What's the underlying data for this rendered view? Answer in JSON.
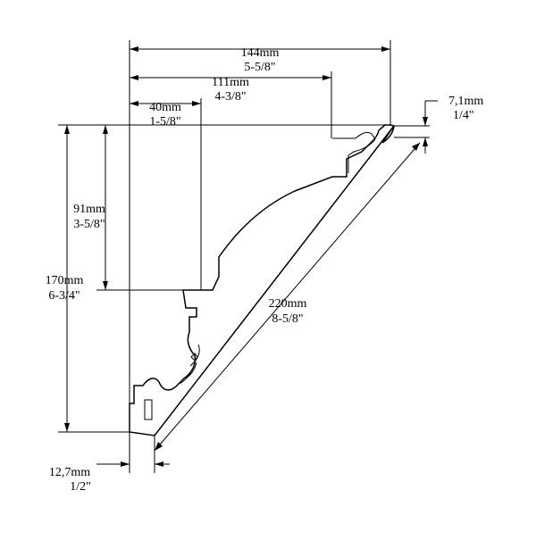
{
  "dimensions": {
    "width_total": {
      "metric": "144mm",
      "imperial": "5-5/8\""
    },
    "width_flat": {
      "metric": "111mm",
      "imperial": "4-3/8\""
    },
    "width_lower": {
      "metric": "40mm",
      "imperial": "1-5/8\""
    },
    "height_total": {
      "metric": "170mm",
      "imperial": "6-3/4\""
    },
    "height_upper": {
      "metric": "91mm",
      "imperial": "3-5/8\""
    },
    "diagonal": {
      "metric": "220mm",
      "imperial": "8-5/8\""
    },
    "top_edge": {
      "metric": "7,1mm",
      "imperial": "1/4\""
    },
    "bottom_edge": {
      "metric": "12,7mm",
      "imperial": "1/2\""
    }
  }
}
